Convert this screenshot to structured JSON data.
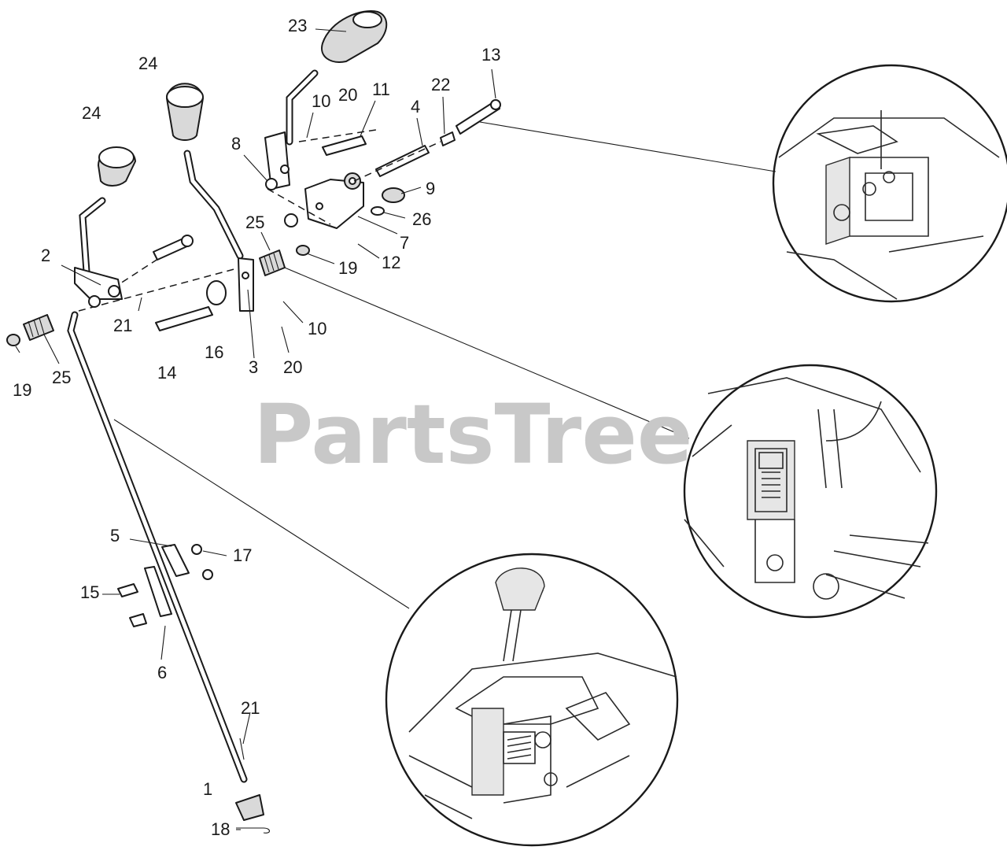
{
  "watermark": "PartsTree",
  "callouts": [
    {
      "id": "c1",
      "label": "1"
    },
    {
      "id": "c2",
      "label": "2"
    },
    {
      "id": "c3",
      "label": "3"
    },
    {
      "id": "c4",
      "label": "4"
    },
    {
      "id": "c5",
      "label": "5"
    },
    {
      "id": "c6",
      "label": "6"
    },
    {
      "id": "c7",
      "label": "7"
    },
    {
      "id": "c8",
      "label": "8"
    },
    {
      "id": "c9",
      "label": "9"
    },
    {
      "id": "c10a",
      "label": "10"
    },
    {
      "id": "c10b",
      "label": "10"
    },
    {
      "id": "c11",
      "label": "11"
    },
    {
      "id": "c12",
      "label": "12"
    },
    {
      "id": "c13",
      "label": "13"
    },
    {
      "id": "c14",
      "label": "14"
    },
    {
      "id": "c15",
      "label": "15"
    },
    {
      "id": "c16",
      "label": "16"
    },
    {
      "id": "c17",
      "label": "17"
    },
    {
      "id": "c18",
      "label": "18"
    },
    {
      "id": "c19a",
      "label": "19"
    },
    {
      "id": "c19b",
      "label": "19"
    },
    {
      "id": "c20a",
      "label": "20"
    },
    {
      "id": "c20b",
      "label": "20"
    },
    {
      "id": "c21a",
      "label": "21"
    },
    {
      "id": "c21b",
      "label": "21"
    },
    {
      "id": "c22",
      "label": "22"
    },
    {
      "id": "c23",
      "label": "23"
    },
    {
      "id": "c24a",
      "label": "24"
    },
    {
      "id": "c24b",
      "label": "24"
    },
    {
      "id": "c25a",
      "label": "25"
    },
    {
      "id": "c25b",
      "label": "25"
    },
    {
      "id": "c26",
      "label": "26"
    }
  ]
}
